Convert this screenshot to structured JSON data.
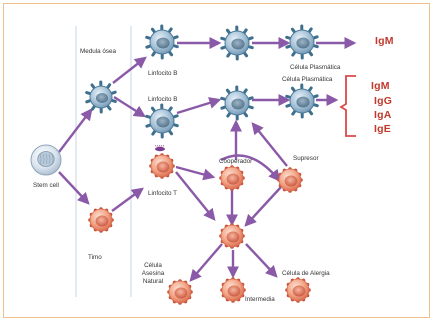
{
  "labels": {
    "medula": "Medula ósea",
    "timo": "Timo",
    "stem": "Stem cell",
    "linfocito_b_top": "Linfocito B",
    "linfocito_b_mid": "Linfocito B",
    "linfocito_t": "Linfocito T",
    "celula_plasmatica_top": "Célula Plasmática",
    "celula_plasmatica_mid": "Célula Plasmática",
    "cooperador": "Cooperador",
    "supresor": "Supresor",
    "asesina_line1": "Célula",
    "asesina_line2": "Asesina",
    "asesina_line3": "Natural",
    "intermedia": "Intermedia",
    "alergia": "Célula de Alergia"
  },
  "immunoglobulins": {
    "single": "IgM",
    "list": [
      "IgM",
      "IgG",
      "IgA",
      "IgE"
    ]
  },
  "colors": {
    "arrow": "#8a5aa8",
    "b_cell": "#5a8aa8",
    "t_cell": "#e0705a",
    "ig_text": "#c0392b",
    "bracket": "#d94a4a",
    "divider": "#c9d6e3",
    "frame": "#f0c08a"
  }
}
